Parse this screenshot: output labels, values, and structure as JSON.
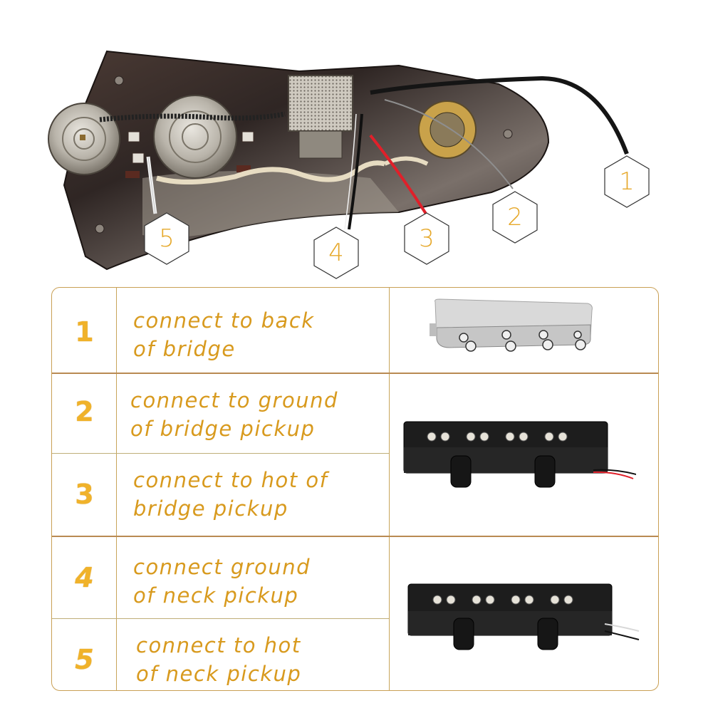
{
  "diagram": {
    "subject": "Jazz bass control plate wiring harness",
    "callouts": [
      {
        "id": "1",
        "label": "1"
      },
      {
        "id": "2",
        "label": "2"
      },
      {
        "id": "3",
        "label": "3"
      },
      {
        "id": "4",
        "label": "4"
      },
      {
        "id": "5",
        "label": "5"
      }
    ]
  },
  "legend": {
    "rows": [
      {
        "number": "1",
        "line1": "connect to back",
        "line2": "of bridge"
      },
      {
        "number": "2",
        "line1": "connect to ground",
        "line2": "of bridge pickup"
      },
      {
        "number": "3",
        "line1": "connect to hot of",
        "line2": "bridge pickup"
      },
      {
        "number": "4",
        "line1": "connect ground",
        "line2": "of neck pickup"
      },
      {
        "number": "5",
        "line1": "connect to hot",
        "line2": "of neck pickup"
      }
    ],
    "images": [
      {
        "name": "bridge",
        "caption": ""
      },
      {
        "name": "bridge-pickup",
        "caption": ""
      },
      {
        "name": "neck-pickup",
        "caption": ""
      }
    ]
  },
  "colors": {
    "accent_text": "#d89a1e",
    "number_text": "#f0b22a",
    "border": "#c9a055",
    "wire_red": "#e0202a",
    "wire_black": "#111111"
  }
}
